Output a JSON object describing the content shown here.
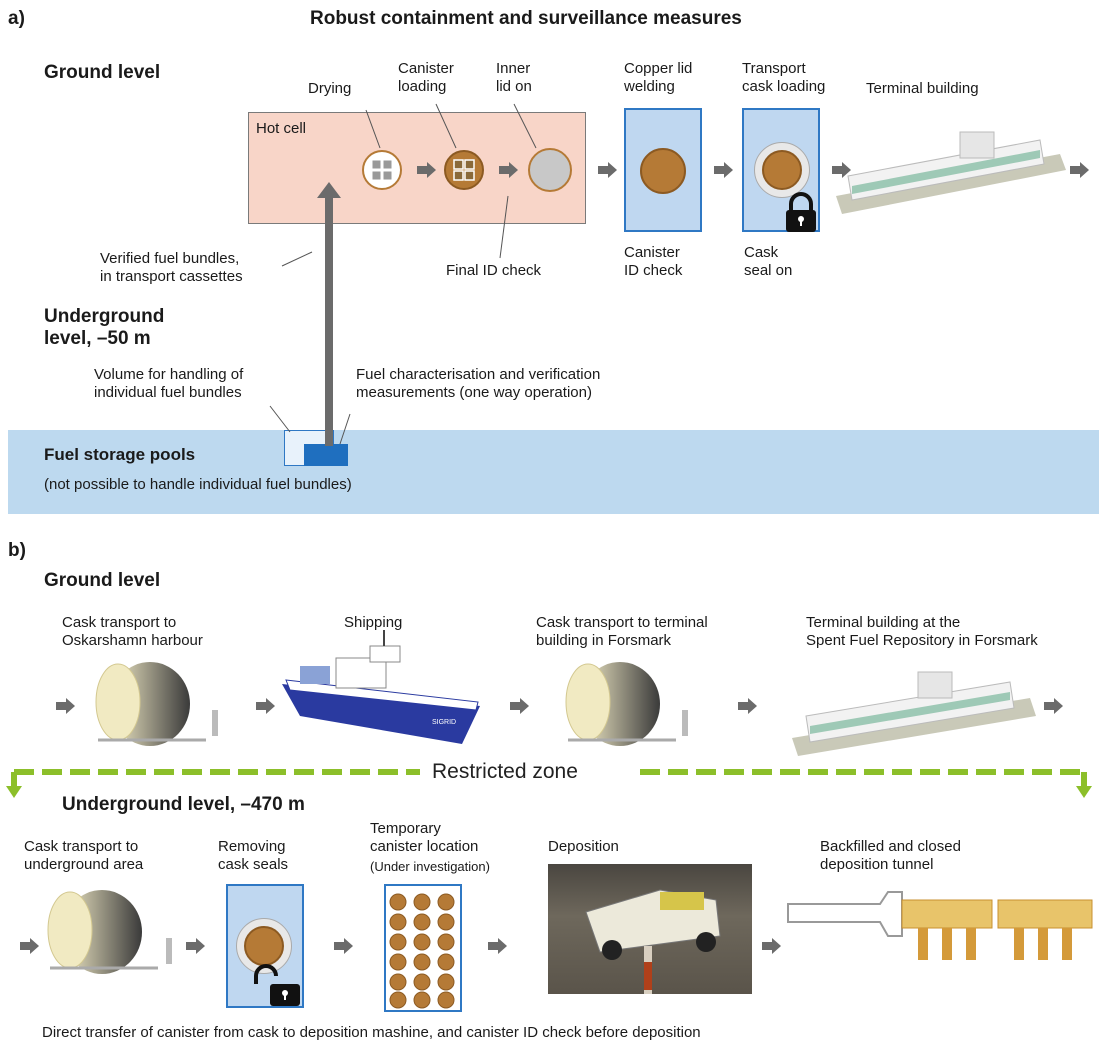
{
  "part_a": {
    "label": "a)",
    "title": "Robust containment and surveillance measures",
    "ground_level": "Ground level",
    "hot_cell": "Hot cell",
    "steps": {
      "drying": "Drying",
      "canister_loading": "Canister\nloading",
      "inner_lid": "Inner\nlid on",
      "copper_lid": "Copper lid\nwelding",
      "transport_cask": "Transport\ncask loading",
      "terminal": "Terminal building"
    },
    "checks": {
      "final_id": "Final ID check",
      "canister_id": "Canister\nID check",
      "cask_seal": "Cask\nseal on"
    },
    "verified_fuel": "Verified fuel bundles,\nin transport cassettes",
    "underground": "Underground\nlevel, –50 m",
    "volume_handling": "Volume for handling of\nindividual fuel bundles",
    "fuel_char": "Fuel characterisation and verification\nmeasurements (one way operation)",
    "pools_title": "Fuel storage pools",
    "pools_note": "(not possible to handle individual fuel bundles)"
  },
  "part_b": {
    "label": "b)",
    "ground_level": "Ground level",
    "ground_steps": [
      "Cask transport to\nOskarshamn harbour",
      "Shipping",
      "Cask transport to terminal\nbuilding in Forsmark",
      "Terminal building at the\nSpent Fuel Repository in Forsmark"
    ],
    "restricted_zone": "Restricted zone",
    "underground": "Underground level, –470 m",
    "ug_steps": [
      "Cask transport to\nunderground area",
      "Removing\ncask seals",
      "Temporary\ncanister location",
      "Deposition",
      "Backfilled and closed\ndeposition tunnel"
    ],
    "ug_note": "(Under investigation)",
    "ship_name": "SIGRID",
    "footer": "Direct transfer of canister from cask to deposition mashine, and canister ID check before deposition"
  },
  "colors": {
    "hot_cell": "#f8d5c8",
    "copper": "#b57a36",
    "blue_panel": "#bfd7f0",
    "blue_border": "#2f78c4",
    "pool": "#bdd9ef",
    "arrow": "#6b6b6b",
    "restricted_green": "#8cbf2a"
  }
}
